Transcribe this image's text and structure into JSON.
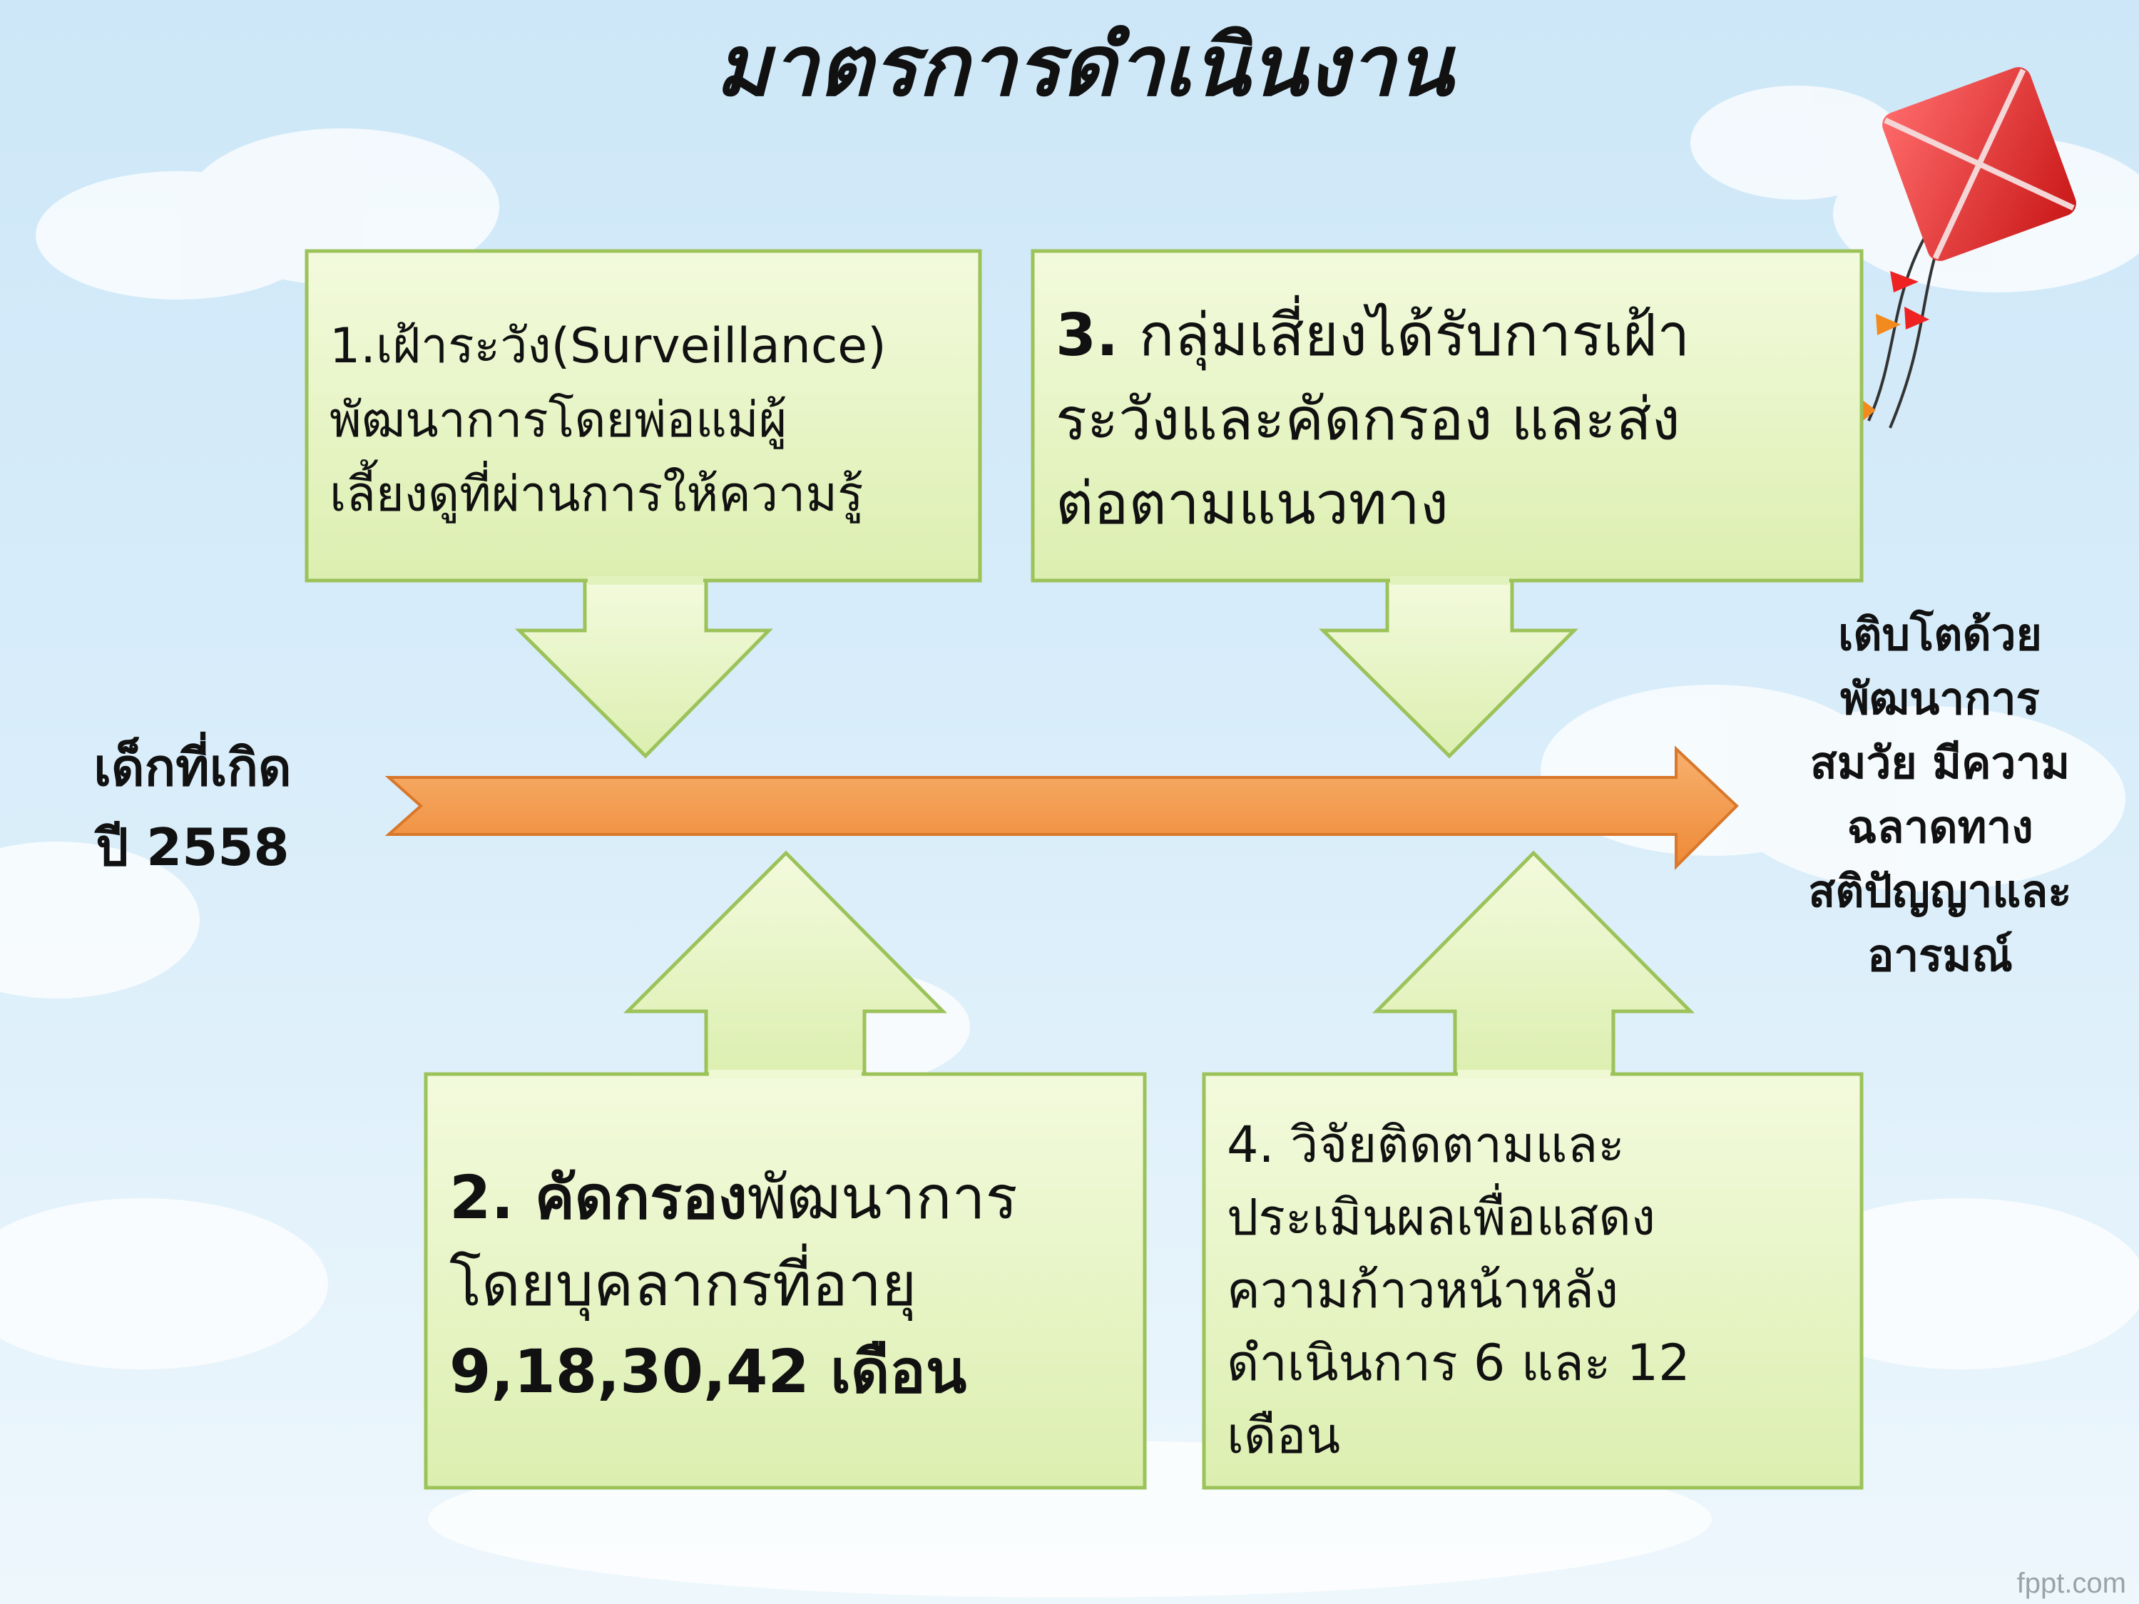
{
  "title": "มาตรการดำเนินงาน",
  "start_label": {
    "line1": "เด็กที่เกิด",
    "line2": "ปี 2558"
  },
  "end_label": {
    "lines": [
      "เติบโตด้วย",
      "พัฒนาการ",
      "สมวัย มีความ",
      "ฉลาดทาง",
      "สติปัญญาและ",
      "อารมณ์"
    ]
  },
  "steps": {
    "s1": {
      "lines": [
        "1.เฝ้าระวัง(Surveillance)",
        "พัฒนาการโดยพ่อแม่ผู้",
        "เลี้ยงดูที่ผ่านการให้ความรู้"
      ]
    },
    "s2": {
      "num": "2. ",
      "head": "คัดกรอง",
      "line1_rest": "พัฒนาการ",
      "line2": "โดยบุคลากรที่อายุ",
      "line3": "9,18,30,42 เดือน"
    },
    "s3": {
      "num": "3. ",
      "line1_rest": "กลุ่มเสี่ยงได้รับการเฝ้า",
      "line2": "ระวังและคัดกรอง และส่ง",
      "line3": "ต่อตามแนวทาง"
    },
    "s4": {
      "lines": [
        "4. วิจัยติดตามและ",
        "ประเมินผลเพื่อแสดง",
        "ความก้าวหน้าหลัง",
        "ดำเนินการ 6 และ 12",
        "เดือน"
      ]
    }
  },
  "credit": "fppt.com",
  "colors": {
    "sky_top": "#cfe8f7",
    "sky_bottom": "#e6f3fb",
    "box_fill": "#e8f5c8",
    "box_border": "#9cc25a",
    "main_arrow": "#f39a4c",
    "main_arrow_border": "#d9772a",
    "kite": "#e52b2b"
  },
  "icons": {
    "kite": "kite-icon"
  }
}
